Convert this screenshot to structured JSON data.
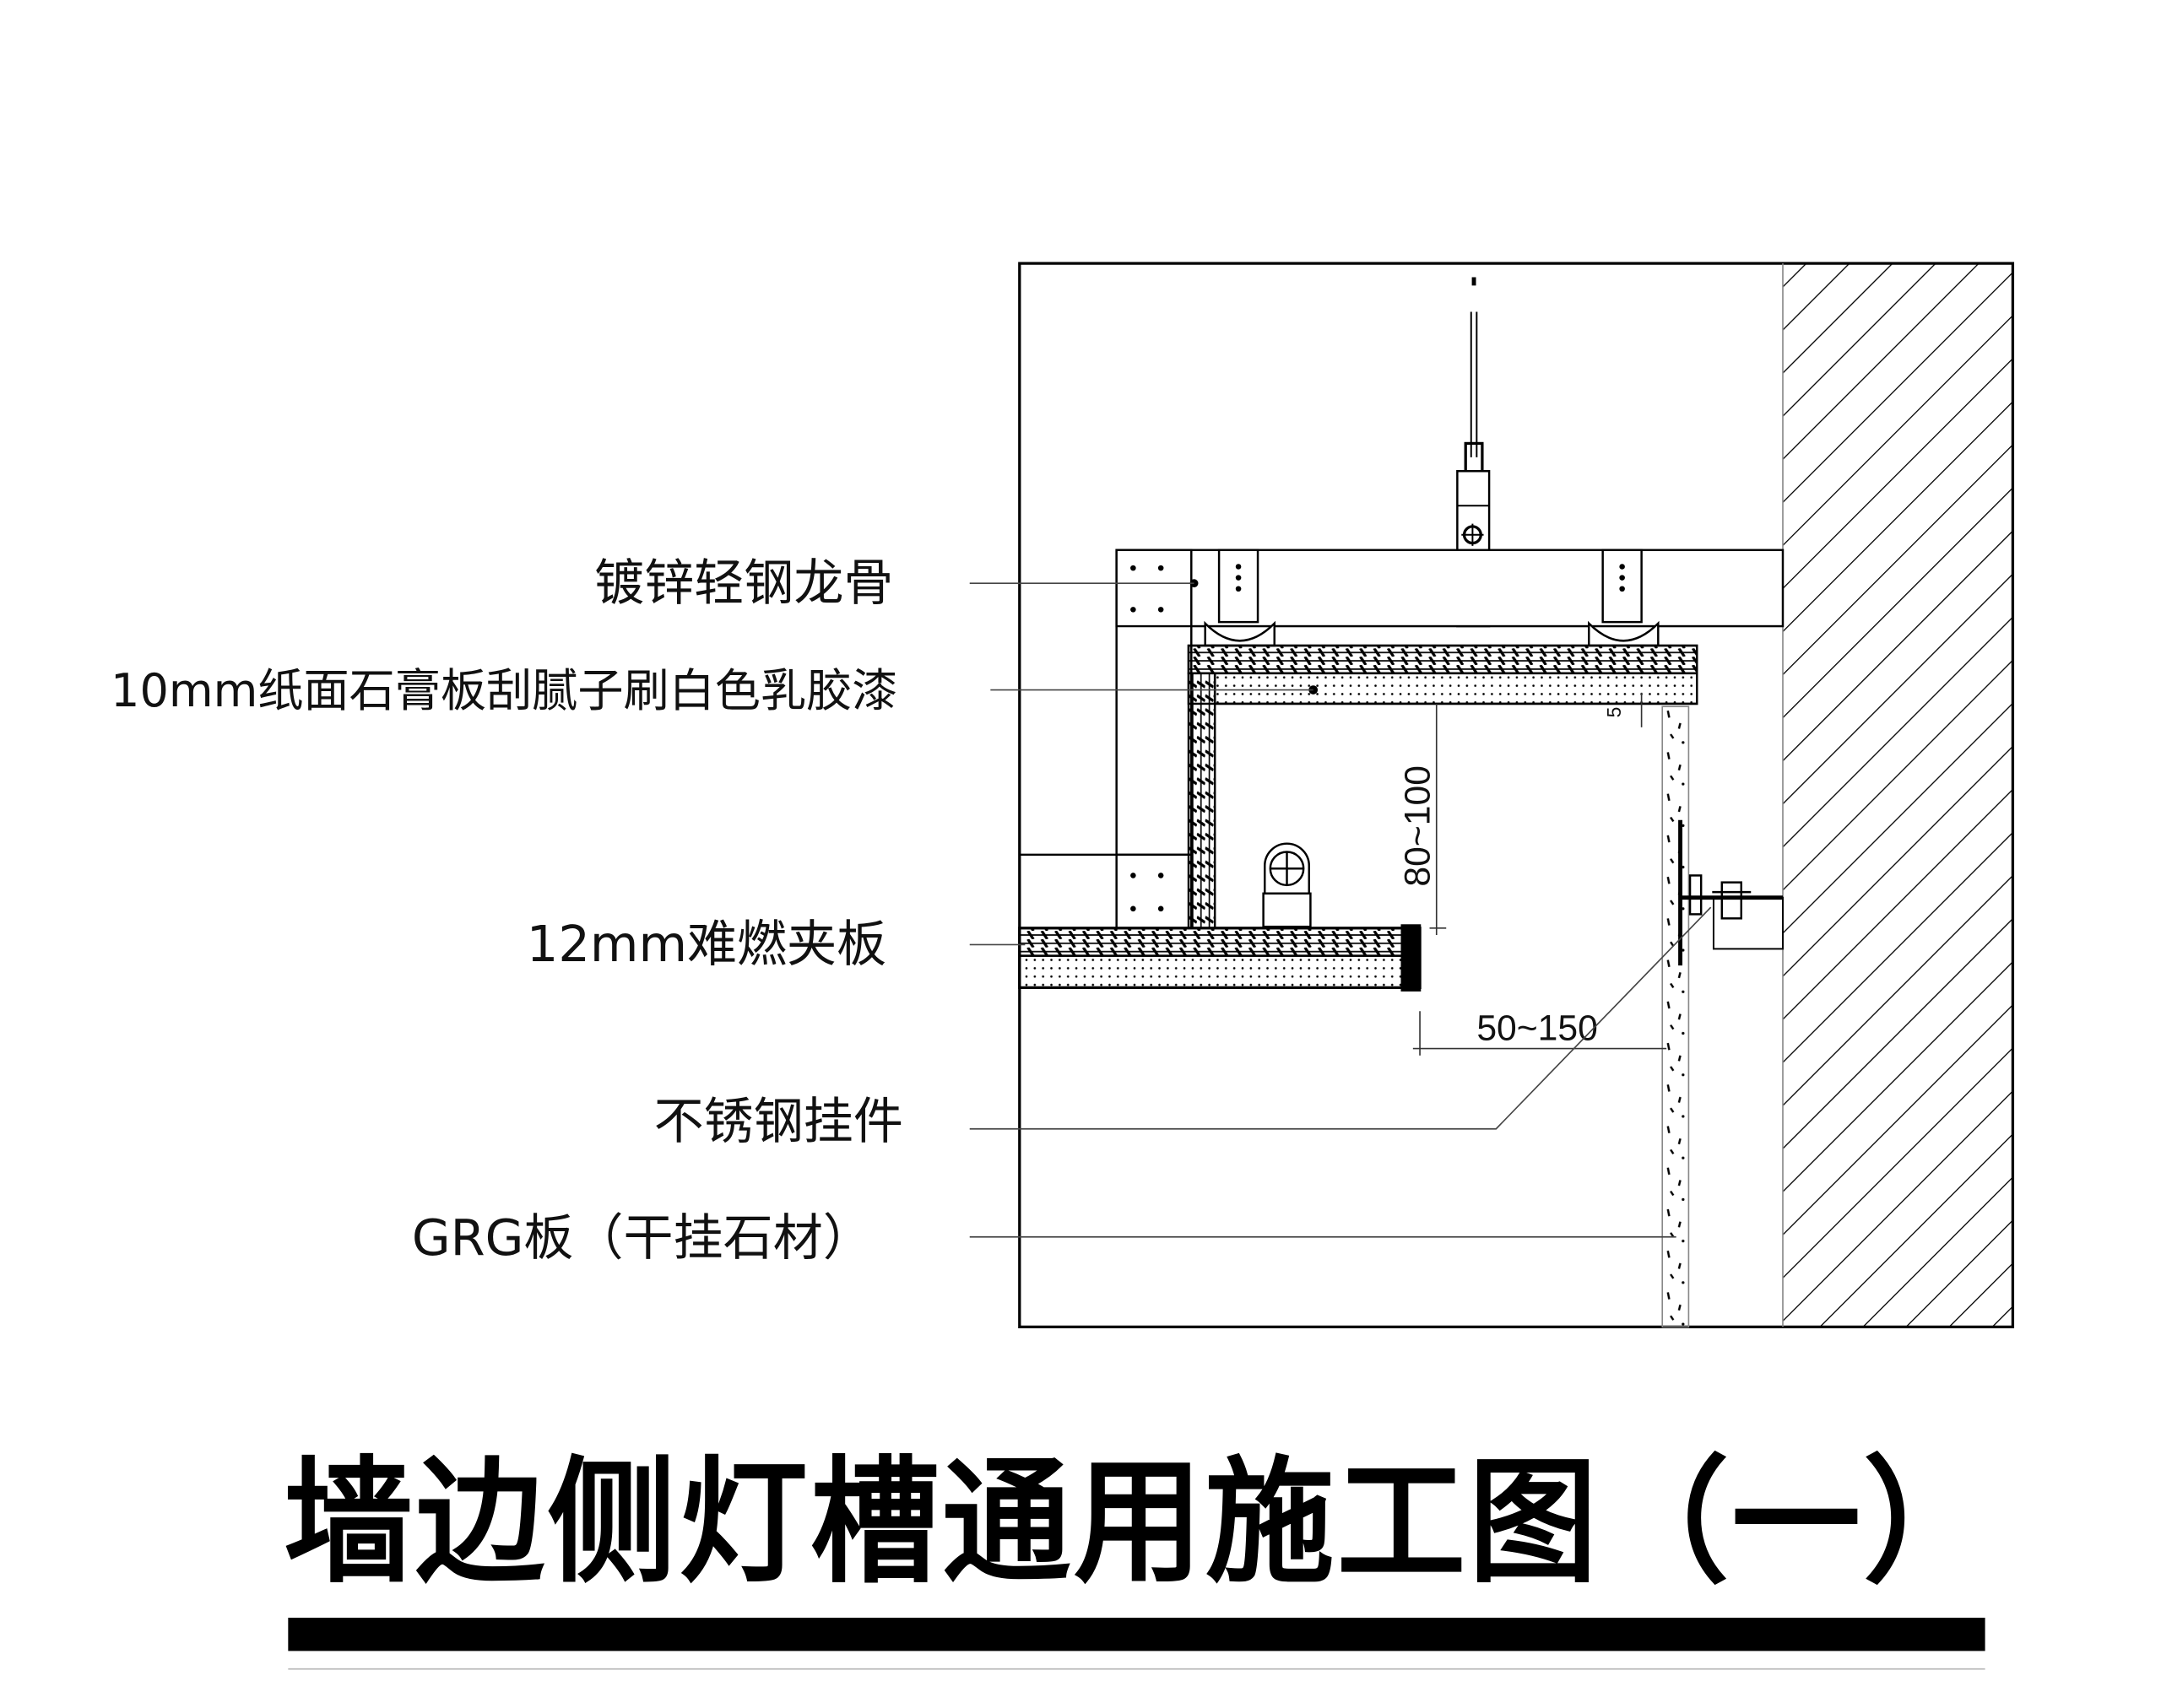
{
  "labels": {
    "keel": "镀锌轻钢龙骨",
    "gypsum": "10mm纸面石膏板刮腻子刷白色乳胶漆",
    "plywood": "12mm难燃夹板",
    "hanger": "不锈钢挂件",
    "grg": "GRG板（干挂石材）"
  },
  "dimensions": {
    "height": "80~100",
    "width": "50~150",
    "gap": "5"
  },
  "title": "墙边侧灯槽通用施工图（一）"
}
